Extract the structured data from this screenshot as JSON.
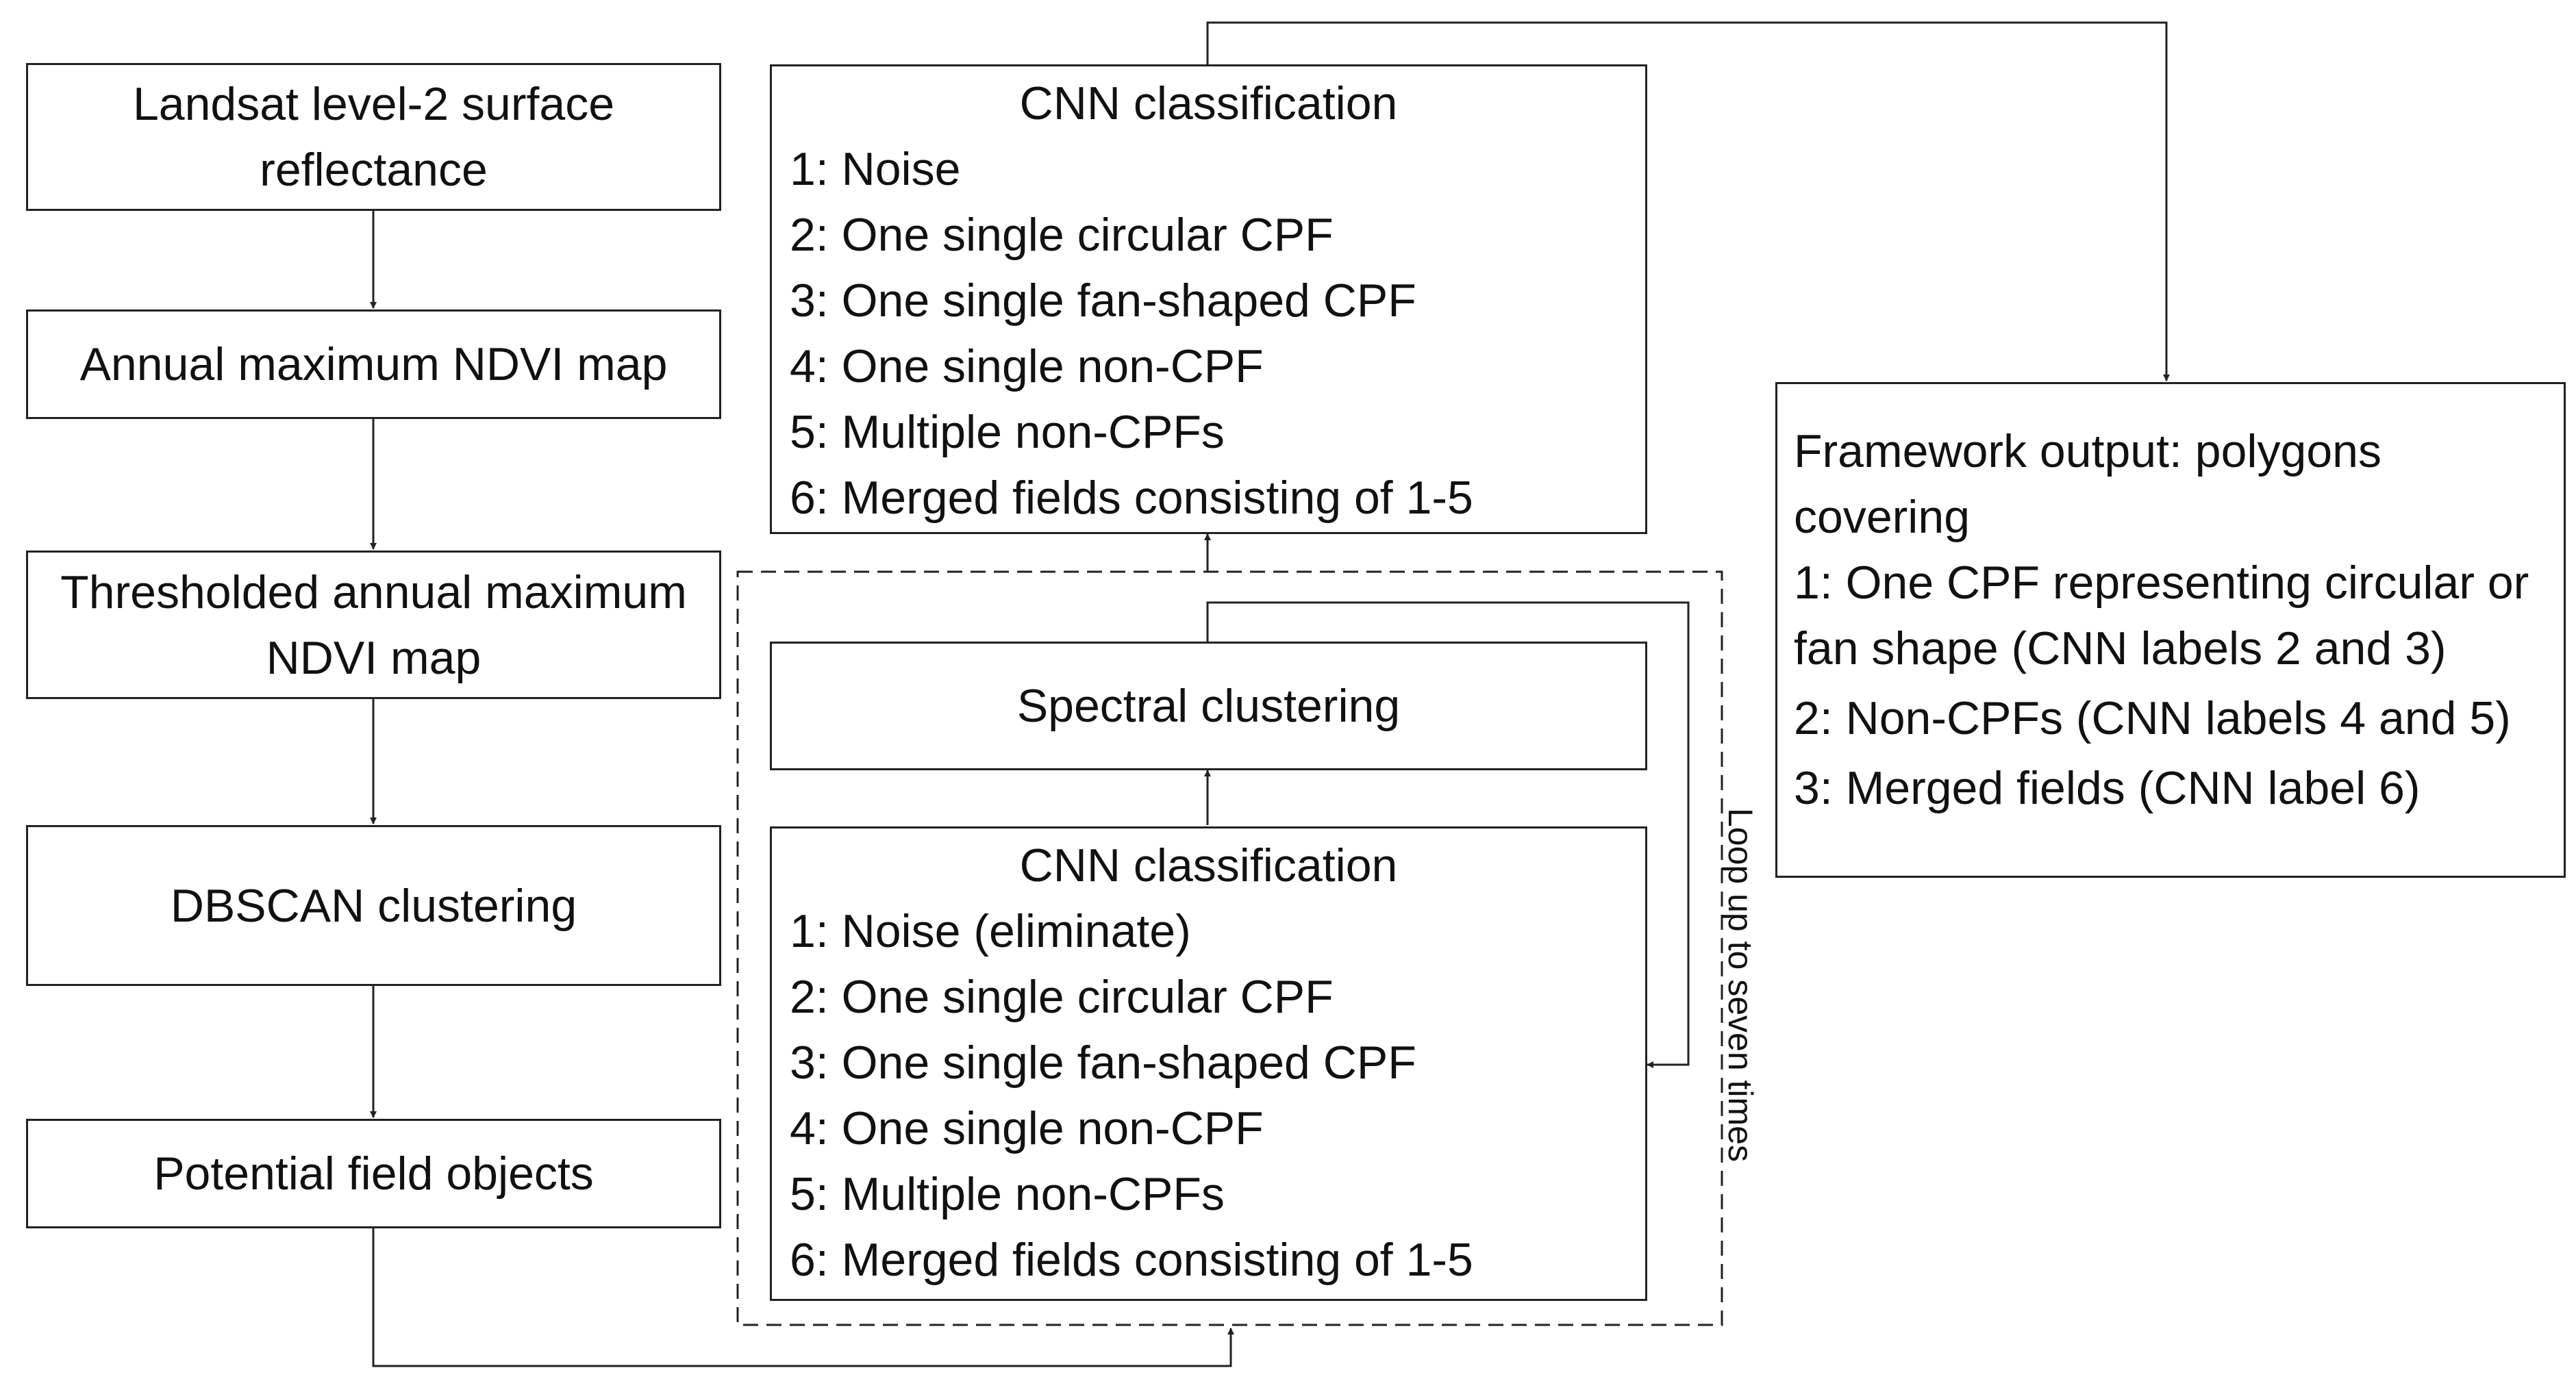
{
  "left_column": {
    "box1": "Landsat level-2 surface reflectance",
    "box2": "Annual maximum NDVI map",
    "box3": "Thresholded annual maximum NDVI map",
    "box4": "DBSCAN clustering",
    "box5": "Potential field objects"
  },
  "cnn_top": {
    "title": "CNN classification",
    "items": [
      "1: Noise",
      "2: One single circular CPF",
      "3: One single fan-shaped CPF",
      "4: One single non-CPF",
      "5: Multiple non-CPFs",
      "6: Merged fields consisting of 1-5"
    ]
  },
  "spectral": {
    "label": "Spectral clustering"
  },
  "cnn_bottom": {
    "title": "CNN classification",
    "items": [
      "1: Noise (eliminate)",
      "2: One single circular CPF",
      "3: One single fan-shaped CPF",
      "4: One single non-CPF",
      "5: Multiple non-CPFs",
      "6: Merged fields consisting of 1-5"
    ]
  },
  "loop": {
    "label": "Loop up to seven times"
  },
  "output": {
    "title": "Framework output: polygons covering",
    "items": [
      "1: One CPF representing circular or fan shape (CNN labels 2 and 3)",
      "2: Non-CPFs (CNN labels 4 and 5)",
      "3: Merged fields (CNN label 6)"
    ]
  },
  "colors": {
    "line": "#222222",
    "background": "#ffffff"
  }
}
